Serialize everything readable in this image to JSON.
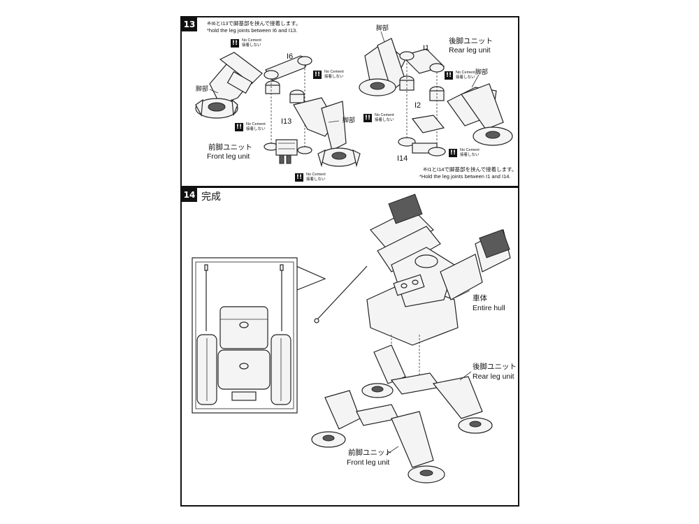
{
  "step13": {
    "number": "13",
    "note_top_jp": "※I6とI13で脚基部を挟んで接着します。",
    "note_top_en": "*hold the leg joints between I6 and I13.",
    "note_bottom_jp": "※I1とI14で脚基部を挟んで接着します。",
    "note_bottom_en": "*Hold the leg joints between I1 and I14.",
    "parts": {
      "i6": "I6",
      "i13": "I13",
      "i1": "I1",
      "i2": "I2",
      "i14": "I14"
    },
    "leg_label": "脚部",
    "front_leg_jp": "前脚ユニット",
    "front_leg_en": "Front leg unit",
    "rear_leg_jp": "後脚ユニット",
    "rear_leg_en": "Rear leg unit",
    "warning": {
      "mark": "!!",
      "en": "No Cement",
      "jp": "接着しない"
    }
  },
  "step14": {
    "number": "14",
    "title": "完成",
    "hull_jp": "車体",
    "hull_en": "Entire hull",
    "rear_leg_jp": "後脚ユニット",
    "rear_leg_en": "Rear leg unit",
    "front_leg_jp": "前脚ユニット",
    "front_leg_en": "Front leg unit"
  }
}
